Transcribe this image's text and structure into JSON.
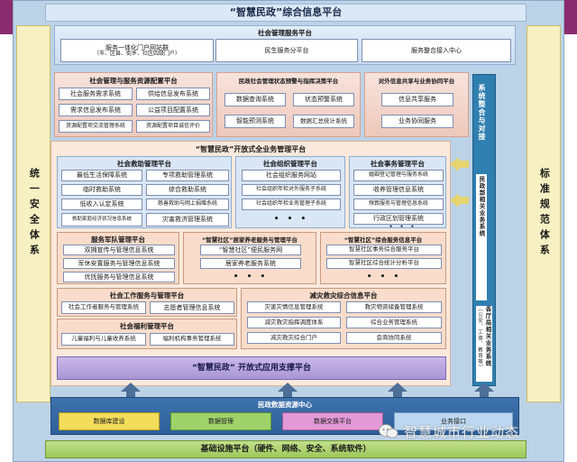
{
  "title": "“智慧民政”综合信息平台",
  "left_side": "统一安全体系",
  "right_side": "标准规范体系",
  "social_service": {
    "title": "社会管理服务平台",
    "items": [
      "服务一体化门户网站群",
      "（市、区县、街乡、社区四级门户）",
      "民生服务分平台",
      "服务整合接入中心"
    ]
  },
  "resource_platform": {
    "title": "社会管理与服务资源配置平台",
    "items": [
      "社会服务需求系统",
      "供给信息发布系统",
      "需求信息发布系统",
      "公益项目配置系统",
      "资源配置项交流管理系统",
      "资源配置项目诚信评价"
    ]
  },
  "warning_platform": {
    "title": "民政社会管理状态预警与指挥决策平台",
    "items": [
      "数据查询系统",
      "状态预警系统",
      "智能预测系统",
      "数据汇总统计系统"
    ]
  },
  "sharing_platform": {
    "title": "对外信息共享与业务协同平台",
    "items": [
      "信息共享服务",
      "业务协同服务"
    ]
  },
  "integration_column": {
    "title": "系统整合与对接",
    "a": "民政部相关业务系统",
    "b": "各厅局相关业务系统",
    "b_note": "（公安、工商、教育等）"
  },
  "open_platform": {
    "title": "“智慧民政”开放式全业务管理平台",
    "relief": {
      "title": "社会救助管理平台",
      "items": [
        "最低生活保障系统",
        "专项救助管理系统",
        "临时救助系统",
        "综合救助系统",
        "低收入认定系统",
        "慈善救助与网上捐赠系统",
        "救助家庭经济状况信息系统",
        "灾害救济管理系统"
      ]
    },
    "org": {
      "title": "社会组织管理平台",
      "items": [
        "社会组织服务网站",
        "社会组织年检对外服务子系统",
        "社会组织年检业务管理子系统"
      ],
      "more": "• • •"
    },
    "affairs": {
      "title": "社会事务管理平台",
      "items": [
        "婚姻登记管理与服务系统",
        "收养管理信息系统",
        "殡葬服务与管理信息系统",
        "行政区划管理系统"
      ],
      "more": "• • •"
    },
    "military": {
      "title": "服务军队管理平台",
      "items": [
        "双拥宣传与管理信息系统",
        "军休安置服务与管理信息系统",
        "优抚服务与管理信息系统"
      ]
    },
    "elderly": {
      "title": "“智慧社区”居家养老服务与管理平台",
      "items": [
        "“智慧社区”便民服务网",
        "居家养老服务系统"
      ],
      "more": "• • •"
    },
    "community": {
      "title": "“智慧社区”综合服务信息平台",
      "items": [
        "智慧社区事务综合服务平台",
        "智慧社区综合统计分析平台"
      ],
      "more": "• • •"
    },
    "work": {
      "title": "社会工作服务与管理平台",
      "items": [
        "社会工作者服务与管理系统",
        "志愿者管理信息系统"
      ]
    },
    "welfare": {
      "title": "社会福利管理平台",
      "items": [
        "儿童福利与儿童收养系统",
        "福利机构事务管理系统"
      ]
    },
    "disaster": {
      "title": "减灾救灾综合信息平台",
      "items": [
        "灾害灾情信息管理系统",
        "救灾物资储备管理系统",
        "减灾救灾指挥调度体系",
        "综合业务管理系统",
        "减灾救灾综合门户",
        "会商协同系统"
      ]
    }
  },
  "app_support": "“智慧民政” 开放式应用支撑平台",
  "data_center": {
    "title": "民政数据资源中心",
    "items": [
      "数据库建设",
      "数据管理",
      "数据交换平台",
      "业务接口"
    ]
  },
  "infrastructure": "基础设施平台（硬件、网络、安全、系统软件）",
  "watermark": "智慧城市行业动态"
}
